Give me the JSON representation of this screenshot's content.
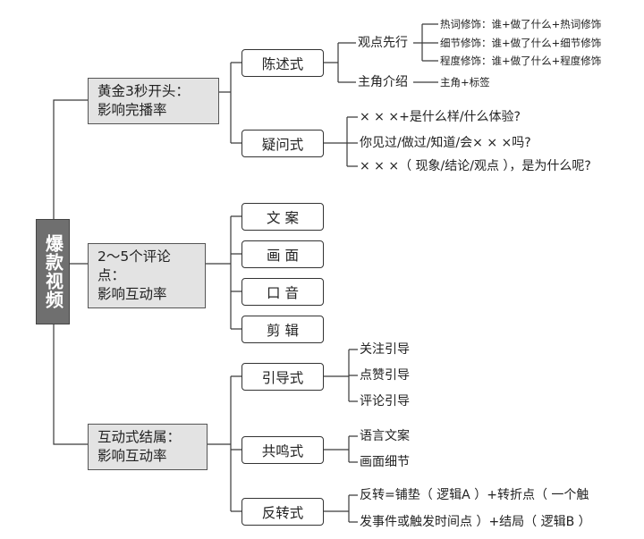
{
  "root": "爆款视频",
  "branches": [
    {
      "label": "黄金3秒开头：\n影响完播率",
      "children": [
        {
          "label": "陈述式",
          "items": [
            {
              "label": "观点先行",
              "sub": [
                "热词修饰：谁+做了什么+热词修饰",
                "细节修饰：谁+做了什么+细节修饰",
                "程度修饰：谁+做了什么+程度修饰"
              ]
            },
            {
              "label": "主角介绍",
              "sub": [
                "主角+标签"
              ]
            }
          ]
        },
        {
          "label": "疑问式",
          "items": [
            "× × ×+是什么样/什么体验?",
            "你见过/做过/知道/会× × ×吗?",
            "× × ×（ 现象/结论/观点 ），是为什么呢?"
          ]
        }
      ]
    },
    {
      "label": "2～5个评论点：\n影响互动率",
      "children": [
        "文 案",
        "画 面",
        "口 音",
        "剪 辑"
      ]
    },
    {
      "label": "互动式结属：\n影响互动率",
      "children": [
        {
          "label": "引导式",
          "items": [
            "关注引导",
            "点赞引导",
            "评论引导"
          ]
        },
        {
          "label": "共鸣式",
          "items": [
            "语言文案",
            "画面细节"
          ]
        },
        {
          "label": "反转式",
          "items": [
            "反转=铺垫（ 逻辑A ）+转折点（ 一个触",
            "发事件或触发时间点 ）+结局（ 逻辑B ）"
          ]
        }
      ]
    }
  ]
}
